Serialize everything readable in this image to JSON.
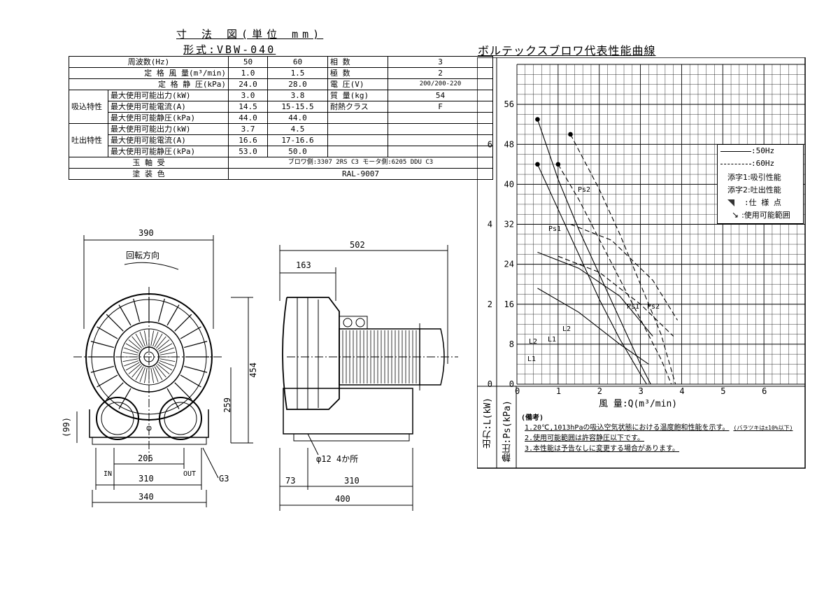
{
  "header": {
    "title": "寸 法 図(単位 mm)",
    "model": "形式:VBW-040",
    "chart_title": "ボルテックスブロワ代表性能曲線"
  },
  "spec_table": {
    "r1": [
      "周波数(Hz)",
      "50",
      "60",
      "相 数",
      "3"
    ],
    "r2": [
      "定 格 風 量(m³/min)",
      "1.0",
      "1.5",
      "極 数",
      "2"
    ],
    "r3": [
      "定 格 静 圧(kPa)",
      "24.0",
      "28.0",
      "電 圧(V)",
      "200/200-220"
    ],
    "r4": [
      "吸込特性",
      "最大使用可能出力(kW)",
      "3.0",
      "3.8",
      "質 量(kg)",
      "54"
    ],
    "r5": [
      "最大使用可能電流(A)",
      "14.5",
      "15-15.5",
      "耐熱クラス",
      "F"
    ],
    "r6": [
      "最大使用可能静圧(kPa)",
      "44.0",
      "44.0"
    ],
    "r7": [
      "吐出特性",
      "最大使用可能出力(kW)",
      "3.7",
      "4.5"
    ],
    "r8": [
      "最大使用可能電流(A)",
      "16.6",
      "17-16.6"
    ],
    "r9": [
      "最大使用可能静圧(kPa)",
      "53.0",
      "50.0"
    ],
    "r10": [
      "玉 軸 受",
      "ブロワ側:3307 2RS C3 モータ側:6205 DDU C3"
    ],
    "r11": [
      "塗 装 色",
      "RAL-9007"
    ]
  },
  "drawing": {
    "d390": "390",
    "d502": "502",
    "d163": "163",
    "d454": "454",
    "d259": "259",
    "d99": "(99)",
    "d206": "206",
    "d310a": "310",
    "d340": "340",
    "d73": "73",
    "d310b": "310",
    "d400": "400",
    "in": "IN",
    "out": "OUT",
    "g3": "G3",
    "rotation": "回転方向",
    "hole": "φ12 4か所"
  },
  "chart_axis": {
    "xlabel": "風 量:Q(m³/min)",
    "ylabel_left": "出力:L(kW)",
    "ylabel_right": "静圧:Ps(kPa)",
    "series_labels": [
      "Ps2",
      "Ps1",
      "Ps1",
      "Ps2",
      "L2",
      "L1",
      "L2",
      "L1"
    ]
  },
  "legend": {
    "l50": ":50Hz",
    "l60": ":60Hz",
    "s1": "添字1:吸引性能",
    "s2": "添字2:吐出性能",
    "spec_point": ":仕 様 点",
    "range": ":使用可能範囲"
  },
  "notes": {
    "head": "(備考)",
    "n1": "1.20℃,1013hPaの吸込空気状態における温度飽和性能を示す。",
    "n1b": "(バラツキは±10%以下)",
    "n2": "2.使用可能範囲は許容静圧以下です。",
    "n3": "3.本性能は予告なしに変更する場合があります。"
  },
  "chart_data": {
    "type": "line",
    "x_ticks": [
      "0",
      "1",
      "2",
      "3",
      "4",
      "5",
      "6"
    ],
    "y_ticks_pressure": [
      "0",
      "8",
      "16",
      "24",
      "32",
      "40",
      "48",
      "56"
    ],
    "y_ticks_power": [
      "0",
      "2",
      "4",
      "6"
    ],
    "xlim": [
      0,
      7
    ],
    "ylim_pressure": [
      0,
      64
    ],
    "ylim_power": [
      0,
      8
    ],
    "grid": true,
    "legend_position": "top-right",
    "series": [
      {
        "label": "Ps1",
        "hz": 50,
        "style": "solid",
        "x": [
          0.5,
          1.0,
          1.5,
          2.0,
          2.5,
          3.0,
          3.15
        ],
        "y": [
          44,
          35,
          26,
          17,
          9,
          2,
          0
        ]
      },
      {
        "label": "Ps2",
        "hz": 50,
        "style": "solid",
        "x": [
          0.5,
          1.0,
          1.5,
          2.0,
          2.5,
          3.0,
          3.25
        ],
        "y": [
          53,
          41,
          31,
          22,
          13,
          4,
          0
        ]
      },
      {
        "label": "Ps1",
        "hz": 60,
        "style": "dashed",
        "x": [
          1.0,
          1.5,
          2.0,
          2.5,
          3.0,
          3.5,
          3.75
        ],
        "y": [
          44,
          37,
          29,
          21,
          13,
          5,
          0
        ]
      },
      {
        "label": "Ps2",
        "hz": 60,
        "style": "dashed",
        "x": [
          1.3,
          2.0,
          2.5,
          3.0,
          3.5,
          3.85
        ],
        "y": [
          50,
          39,
          30,
          20,
          10,
          0
        ]
      },
      {
        "label": "L1",
        "hz": 50,
        "style": "solid",
        "x": [
          0.5,
          1.5,
          2.5,
          3.2
        ],
        "y": [
          2.4,
          1.8,
          1.0,
          0.5
        ]
      },
      {
        "label": "L2",
        "hz": 50,
        "style": "solid",
        "x": [
          0.5,
          1.5,
          2.5,
          3.3
        ],
        "y": [
          3.3,
          2.9,
          2.2,
          1.2
        ]
      },
      {
        "label": "L1",
        "hz": 60,
        "style": "dashed",
        "x": [
          1.0,
          2.0,
          3.0,
          3.8
        ],
        "y": [
          3.2,
          2.8,
          2.0,
          1.2
        ]
      },
      {
        "label": "L2",
        "hz": 60,
        "style": "dashed",
        "x": [
          1.3,
          2.3,
          3.3,
          3.9
        ],
        "y": [
          4.0,
          3.6,
          2.6,
          1.6
        ]
      }
    ],
    "spec_points": [
      {
        "x": 0.5,
        "y": 53
      },
      {
        "x": 0.5,
        "y": 44
      },
      {
        "x": 1.0,
        "y": 44
      },
      {
        "x": 1.3,
        "y": 50
      }
    ]
  },
  "colors": {
    "ink": "#000000",
    "paper": "#ffffff"
  }
}
